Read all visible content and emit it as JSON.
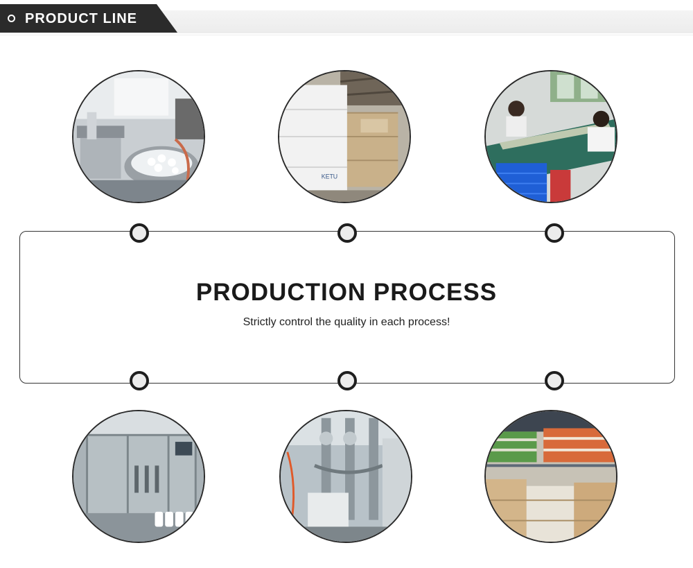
{
  "header": {
    "title": "PRODUCT LINE",
    "icon": "ring-icon",
    "tab_color": "#2b2b2b"
  },
  "process": {
    "title": "PRODUCTION PROCESS",
    "subtitle": "Strictly control the quality in each process!"
  },
  "photos": [
    {
      "name": "photo-filling-machine",
      "icon": "machine-photo"
    },
    {
      "name": "photo-warehouse-boxes",
      "icon": "warehouse-photo"
    },
    {
      "name": "photo-assembly-workers",
      "icon": "workers-photo"
    },
    {
      "name": "photo-production-line",
      "icon": "production-line-photo"
    },
    {
      "name": "photo-capping-machine",
      "icon": "capping-machine-photo"
    },
    {
      "name": "photo-storage-racks",
      "icon": "storage-photo"
    }
  ],
  "box_labels": {
    "warehouse_box": "KETU"
  }
}
